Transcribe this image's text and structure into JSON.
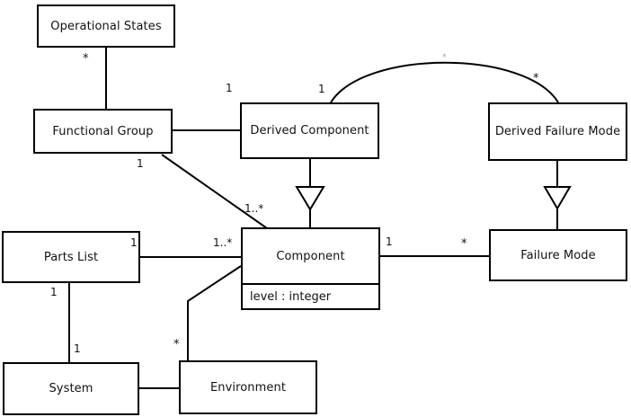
{
  "diagram": {
    "type": "uml-class-diagram",
    "background_color": "#ffffff",
    "line_color": "#000000",
    "classes": [
      {
        "id": "operational-states",
        "name": "Operational States",
        "attributes": []
      },
      {
        "id": "functional-group",
        "name": "Functional Group",
        "attributes": []
      },
      {
        "id": "derived-component",
        "name": "Derived Component",
        "attributes": []
      },
      {
        "id": "derived-failure-mode",
        "name": "Derived Failure Mode",
        "attributes": []
      },
      {
        "id": "parts-list",
        "name": "Parts List",
        "attributes": []
      },
      {
        "id": "component",
        "name": "Component",
        "attributes": [
          "level : integer"
        ]
      },
      {
        "id": "failure-mode",
        "name": "Failure Mode",
        "attributes": []
      },
      {
        "id": "system",
        "name": "System",
        "attributes": []
      },
      {
        "id": "environment",
        "name": "Environment",
        "attributes": []
      }
    ],
    "attribute_labels": {
      "component_level": "level : integer"
    },
    "multiplicities": {
      "operational_states_to_functional_group": "*",
      "functional_group_to_derived_component": "1",
      "functional_group_to_component": "1",
      "functional_group_component_far": "1..*",
      "derived_component_arc": "1",
      "derived_failure_mode_arc": "*",
      "arc_apex": "*",
      "parts_list_to_component_near": "1",
      "parts_list_to_component_far": "1..*",
      "parts_list_to_system_near": "1",
      "parts_list_to_system_far": "1",
      "component_to_failure_mode_near": "1",
      "component_to_failure_mode_far": "*",
      "environment_to_component": "*"
    },
    "relationships": [
      {
        "from": "operational-states",
        "to": "functional-group",
        "kind": "association"
      },
      {
        "from": "functional-group",
        "to": "derived-component",
        "kind": "association"
      },
      {
        "from": "functional-group",
        "to": "component",
        "kind": "association"
      },
      {
        "from": "derived-component",
        "to": "derived-failure-mode",
        "kind": "association-arc"
      },
      {
        "from": "derived-component",
        "to": "component",
        "kind": "generalization"
      },
      {
        "from": "derived-failure-mode",
        "to": "failure-mode",
        "kind": "generalization"
      },
      {
        "from": "parts-list",
        "to": "component",
        "kind": "association"
      },
      {
        "from": "parts-list",
        "to": "system",
        "kind": "association"
      },
      {
        "from": "component",
        "to": "failure-mode",
        "kind": "association"
      },
      {
        "from": "component",
        "to": "environment",
        "kind": "association"
      },
      {
        "from": "system",
        "to": "environment",
        "kind": "association"
      }
    ]
  }
}
